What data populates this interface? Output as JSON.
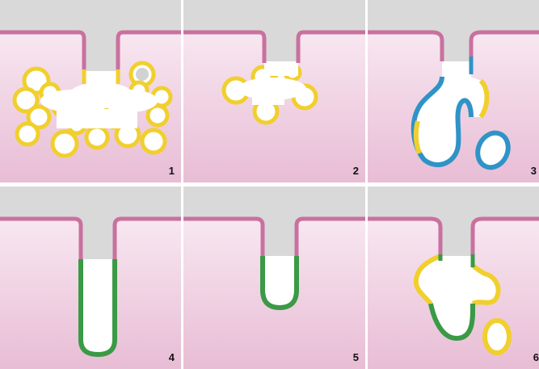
{
  "panels": [
    {
      "number": "1",
      "structure": "branched-yellow-lobules"
    },
    {
      "number": "2",
      "structure": "small-yellow-lobules"
    },
    {
      "number": "3",
      "structure": "blue-sac-with-detached-cyst"
    },
    {
      "number": "4",
      "structure": "deep-green-duct"
    },
    {
      "number": "5",
      "structure": "short-green-duct"
    },
    {
      "number": "6",
      "structure": "yellow-green-sac-with-detached-cyst"
    }
  ],
  "colors": {
    "upper_lumen": "#d9d9d9",
    "tissue_light": "#fbf0f7",
    "tissue_dark": "#e8bdd5",
    "surface_epithelium": "#c9719e",
    "yellow_epithelium": "#f1cf2d",
    "blue_epithelium": "#2f93c7",
    "green_epithelium": "#3a9a45",
    "lumen_fill": "#ffffff",
    "divider": "#ffffff"
  }
}
